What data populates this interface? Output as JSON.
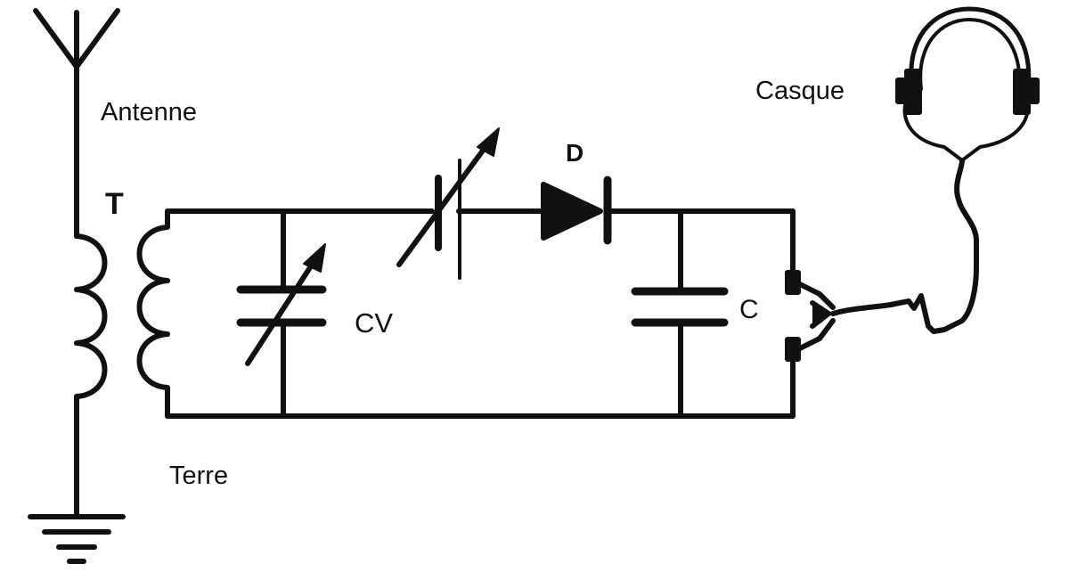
{
  "labels": {
    "antenna": "Antenne",
    "transformer": "T",
    "ground": "Terre",
    "variable_capacitor": "CV",
    "diode": "D",
    "capacitor": "C",
    "headphones": "Casque"
  },
  "colors": {
    "wire": "#111111",
    "background": "#ffffff"
  }
}
